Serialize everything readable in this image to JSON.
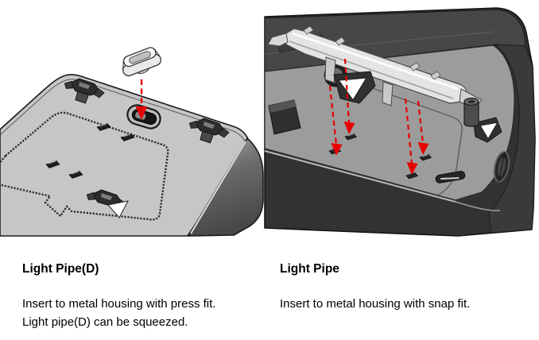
{
  "colors": {
    "arrow_red": "#e60000",
    "housing_light": "#c6c6c6",
    "housing_side": "#5a5a5a",
    "interior_floor": "#9c9c9c",
    "interior_wall": "#474747",
    "background": "#ffffff"
  },
  "figures": {
    "left": {
      "title": "Light Pipe(D)",
      "body_line1": "Insert to metal housing with press fit.",
      "body_line2": "Light pipe(D) can be squeezed."
    },
    "right": {
      "title": "Light Pipe",
      "body_line1": "Insert to metal housing with snap fit."
    }
  }
}
